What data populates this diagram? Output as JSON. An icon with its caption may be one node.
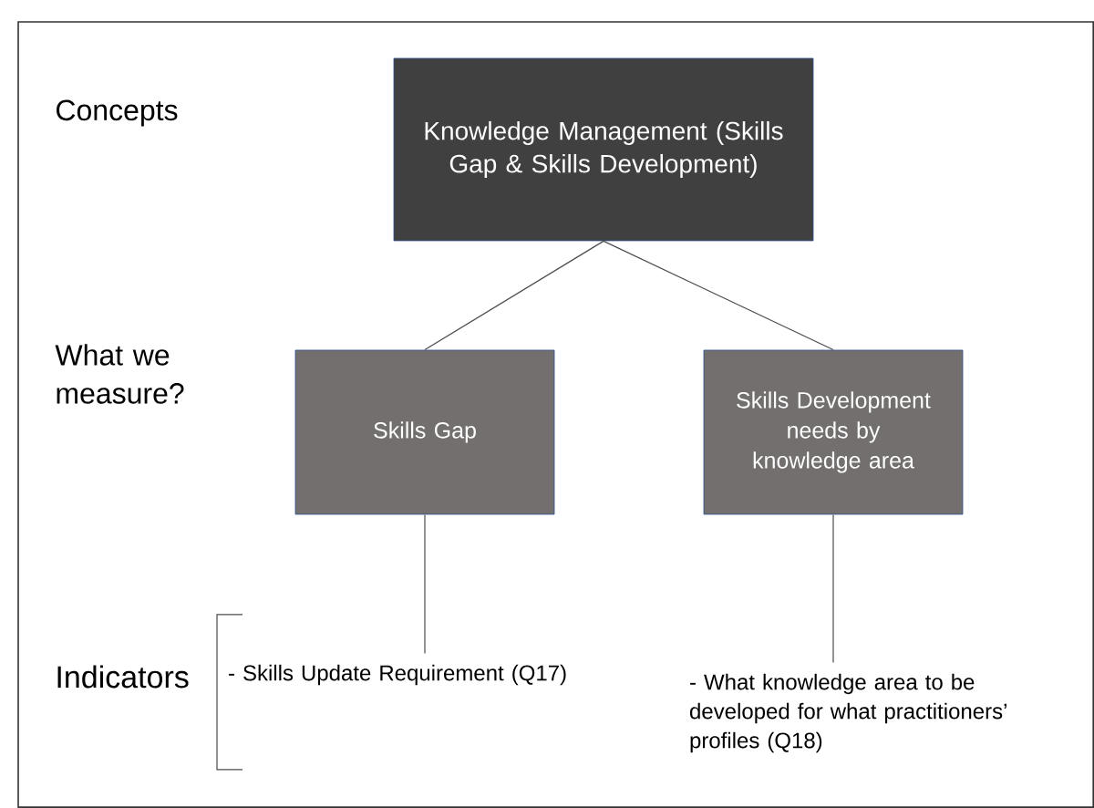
{
  "diagram": {
    "nodes": [
      {
        "text": [
          "Knowledge Management (Skills Gap & Skills Development)"
        ]
      },
      {
        "text": [
          "Skills Gap"
        ]
      },
      {
        "text": [
          "Skills Development needs by knowledge area"
        ]
      },
      {
        "text": [
          "- Skills Update Requirement (Q17)"
        ]
      },
      {
        "text": [
          "- What knowledge area to be developed for what practitioners’ profiles (Q18)"
        ]
      }
    ],
    "edges": [
      {
        "from": 0,
        "to": 1,
        "arrow": "none"
      },
      {
        "from": 0,
        "to": 2,
        "arrow": "none"
      },
      {
        "from": 1,
        "to": 3,
        "arrow": "none"
      },
      {
        "from": 2,
        "to": 4,
        "arrow": "none"
      }
    ],
    "labels": [
      "Concepts",
      "What we measure?",
      "Indicators"
    ]
  }
}
